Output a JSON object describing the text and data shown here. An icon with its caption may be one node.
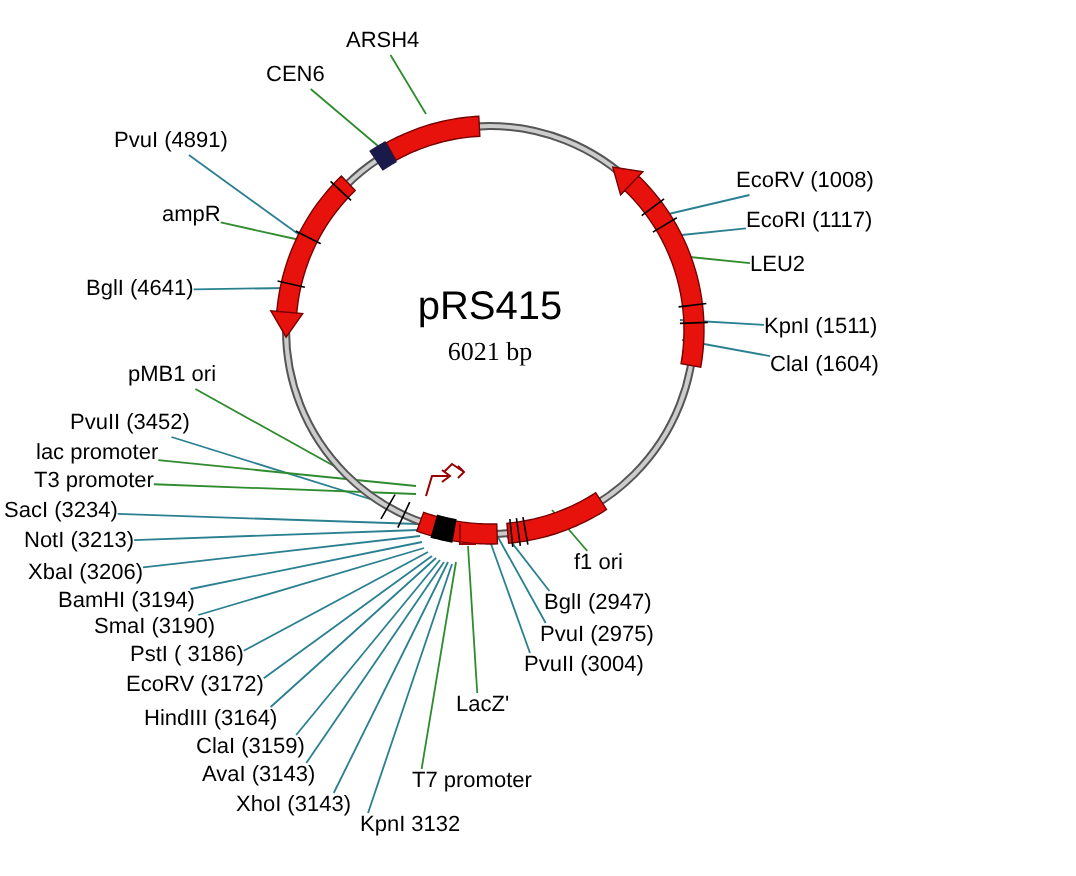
{
  "diagram": {
    "nodes": [
      {
        "text": [
          "ARSH4"
        ]
      },
      {
        "text": [
          "CEN6"
        ]
      },
      {
        "text": [
          "PvuI (4891)"
        ]
      },
      {
        "text": [
          "ampR"
        ]
      },
      {
        "text": [
          "EcoRV (1008)"
        ]
      },
      {
        "text": [
          "EcoRI (1117)"
        ]
      },
      {
        "text": [
          "LEU2"
        ]
      },
      {
        "text": [
          "BglI (4641)"
        ]
      },
      {
        "text": [
          "KpnI (1511)"
        ]
      },
      {
        "text": [
          "ClaI (1604)"
        ]
      },
      {
        "text": [
          "pMB1 ori"
        ]
      },
      {
        "text": [
          "PvuII (3452)"
        ]
      },
      {
        "text": [
          "lac promoter"
        ]
      },
      {
        "text": [
          "T3 promoter"
        ]
      },
      {
        "text": [
          "SacI (3234)"
        ]
      },
      {
        "text": [
          "NotI (3213)"
        ]
      },
      {
        "text": [
          "f1 ori"
        ]
      },
      {
        "text": [
          "XbaI (3206)"
        ]
      },
      {
        "text": [
          "BamHI (3194)"
        ]
      },
      {
        "text": [
          "BglI (2947)"
        ]
      },
      {
        "text": [
          "SmaI (3190)"
        ]
      },
      {
        "text": [
          "PvuI (2975)"
        ]
      },
      {
        "text": [
          "PstI ( 3186)"
        ]
      },
      {
        "text": [
          "PvuII (3004)"
        ]
      },
      {
        "text": [
          "EcoRV (3172)"
        ]
      },
      {
        "text": [
          "LacZ'"
        ]
      },
      {
        "text": [
          "HindIII (3164)"
        ]
      },
      {
        "text": [
          "ClaI (3159)"
        ]
      },
      {
        "text": [
          "AvaI (3143)"
        ]
      },
      {
        "text": [
          "T7 promoter"
        ]
      },
      {
        "text": [
          "XhoI (3143)"
        ]
      },
      {
        "text": [
          "KpnI 3132"
        ]
      }
    ],
    "edges": [
      {
        "from": 0,
        "to": null,
        "arrow": "none",
        "color": "#2e8b2e"
      },
      {
        "from": 1,
        "to": null,
        "arrow": "none",
        "color": "#2e8b2e"
      },
      {
        "from": 2,
        "to": null,
        "arrow": "none"
      },
      {
        "from": 3,
        "to": null,
        "arrow": "none",
        "color": "#2e8b2e"
      },
      {
        "from": 4,
        "to": null,
        "arrow": "none"
      },
      {
        "from": 5,
        "to": null,
        "arrow": "none"
      },
      {
        "from": 6,
        "to": null,
        "arrow": "none",
        "color": "#2e8b2e"
      },
      {
        "from": 7,
        "to": null,
        "arrow": "none"
      },
      {
        "from": 8,
        "to": null,
        "arrow": "none"
      },
      {
        "from": 9,
        "to": null,
        "arrow": "none"
      },
      {
        "from": 10,
        "to": null,
        "arrow": "none",
        "color": "#2e8b2e"
      },
      {
        "from": 11,
        "to": null,
        "arrow": "none"
      },
      {
        "from": 12,
        "to": null,
        "arrow": "none",
        "color": "#2e8b2e"
      },
      {
        "from": 13,
        "to": null,
        "arrow": "none",
        "color": "#2e8b2e"
      },
      {
        "from": 14,
        "to": null,
        "arrow": "none"
      },
      {
        "from": 15,
        "to": null,
        "arrow": "none"
      },
      {
        "from": 16,
        "to": null,
        "arrow": "none",
        "color": "#2e8b2e"
      },
      {
        "from": 17,
        "to": null,
        "arrow": "none"
      },
      {
        "from": 18,
        "to": null,
        "arrow": "none"
      },
      {
        "from": 19,
        "to": null,
        "arrow": "none"
      },
      {
        "from": 20,
        "to": null,
        "arrow": "none"
      },
      {
        "from": 21,
        "to": null,
        "arrow": "none"
      },
      {
        "from": 22,
        "to": null,
        "arrow": "none"
      },
      {
        "from": 23,
        "to": null,
        "arrow": "none"
      },
      {
        "from": 24,
        "to": null,
        "arrow": "none"
      },
      {
        "from": 25,
        "to": null,
        "arrow": "none",
        "color": "#2e8b2e"
      },
      {
        "from": 26,
        "to": null,
        "arrow": "none"
      },
      {
        "from": 27,
        "to": null,
        "arrow": "none"
      },
      {
        "from": 28,
        "to": null,
        "arrow": "none"
      },
      {
        "from": 29,
        "to": null,
        "arrow": "none",
        "color": "#2e8b2e"
      },
      {
        "from": 30,
        "to": null,
        "arrow": "none"
      },
      {
        "from": 31,
        "to": null,
        "arrow": "none"
      }
    ],
    "labels": [
      "pRS415",
      "6021 bp"
    ]
  }
}
